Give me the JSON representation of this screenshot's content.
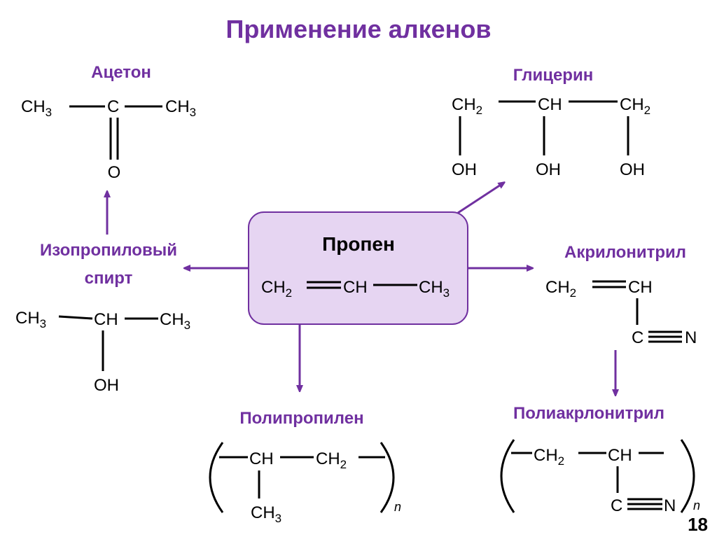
{
  "title": "Применение алкенов",
  "center": {
    "label": "Пропен",
    "atoms": {
      "a": "CH",
      "a_sub": "2",
      "b": "CH",
      "c": "CH",
      "c_sub": "3"
    }
  },
  "acetone": {
    "label": "Ацетон",
    "atoms": {
      "left": "CH",
      "left_sub": "3",
      "mid": "C",
      "right": "CH",
      "right_sub": "3",
      "o": "O"
    }
  },
  "glycerin": {
    "label": "Глицерин",
    "atoms": {
      "c1": "CH",
      "c1_sub": "2",
      "c2": "CH",
      "c3": "CH",
      "c3_sub": "2",
      "oh1": "OH",
      "oh2": "OH",
      "oh3": "OH"
    }
  },
  "isopropanol": {
    "label_line1": "Изопропиловый",
    "label_line2": "спирт",
    "atoms": {
      "left": "CH",
      "left_sub": "3",
      "mid": "CH",
      "right": "CH",
      "right_sub": "3",
      "oh": "OH"
    }
  },
  "acrylonitrile": {
    "label": "Акрилонитрил",
    "atoms": {
      "c1": "CH",
      "c1_sub": "2",
      "c2": "CH",
      "c3": "C",
      "n": "N"
    }
  },
  "polypropylene": {
    "label": "Полипропилен",
    "atoms": {
      "c1": "CH",
      "c2": "CH",
      "c2_sub": "2",
      "ch3": "CH",
      "ch3_sub": "3"
    },
    "index": "n"
  },
  "polyacrylonitrile": {
    "label": "Полиакрлонитрил",
    "atoms": {
      "c1": "CH",
      "c1_sub": "2",
      "c2": "CH",
      "c3": "C",
      "n": "N"
    },
    "index": "n"
  },
  "colors": {
    "accent": "#7030a0",
    "box_fill": "#e6d5f2",
    "box_stroke": "#7030a0"
  },
  "page_number": "18"
}
